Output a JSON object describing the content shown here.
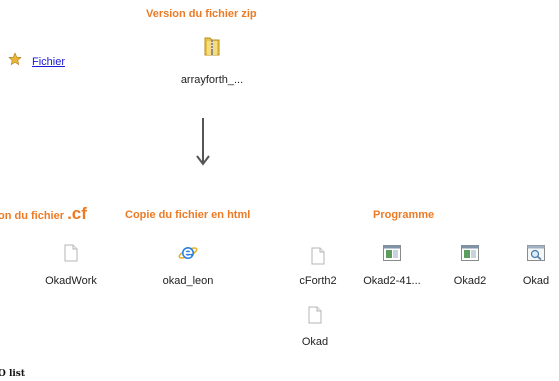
{
  "headings": {
    "zip": "Version du fichier zip",
    "cf_prefix": "on du fichier",
    "cf_ext": ".cf",
    "html_copy": "Copie du fichier en html",
    "program": "Programme"
  },
  "link": {
    "label": "Fichier"
  },
  "files": {
    "zip": "arrayforth_...",
    "okadwork": "OkadWork",
    "okad_leon": "okad_leon",
    "cforth2": "cForth2",
    "okad2_41": "Okad2-41...",
    "okad2": "Okad2",
    "okad_exe": "Okad",
    "okad_doc": "Okad"
  },
  "footer": {
    "text": "O list"
  },
  "colors": {
    "heading": "#ec7a24",
    "link": "#1a1ad6"
  },
  "icons": {
    "link": "star-icon",
    "zip": "zip-folder-icon",
    "doc": "blank-document-icon",
    "html": "internet-explorer-icon",
    "exe": "application-window-icon",
    "search_exe": "magnifier-app-icon",
    "arrow": "down-arrow-icon"
  }
}
